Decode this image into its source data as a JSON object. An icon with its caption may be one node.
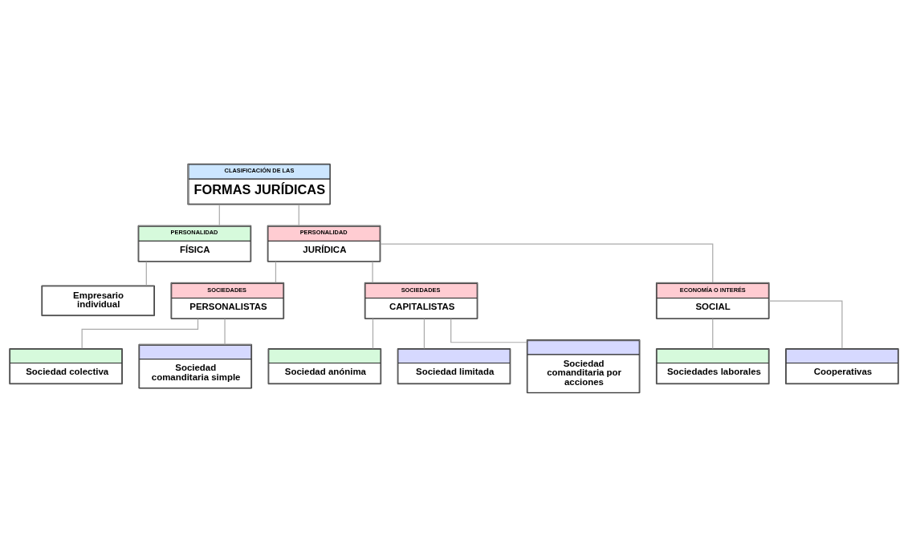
{
  "diagram": {
    "nodes": [
      {
        "text": [
          "CLASIFICACIÓN DE LAS",
          "FORMAS JURÍDICAS"
        ]
      },
      {
        "text": [
          "PERSONALIDAD",
          "FÍSICA"
        ]
      },
      {
        "text": [
          "Empresario individual"
        ]
      },
      {
        "text": [
          "PERSONALIDAD",
          "JURÍDICA"
        ]
      },
      {
        "text": [
          "SOCIEDADES",
          "PERSONALISTAS"
        ]
      },
      {
        "text": [
          "SOCIEDADES",
          "CAPITALISTAS"
        ]
      },
      {
        "text": [
          "ECONOMÍA O INTERÉS",
          "SOCIAL"
        ]
      },
      {
        "text": [
          "Sociedad colectiva"
        ]
      },
      {
        "text": [
          "Sociedad comanditaria simple"
        ]
      },
      {
        "text": [
          "Sociedad anónima"
        ]
      },
      {
        "text": [
          "Sociedad limitada"
        ]
      },
      {
        "text": [
          "Sociedad comanditaria por acciones"
        ]
      },
      {
        "text": [
          "Sociedades laborales"
        ]
      },
      {
        "text": [
          "Cooperativas"
        ]
      }
    ],
    "edges": [
      {
        "from": 0,
        "to": 1,
        "arrow": "none"
      },
      {
        "from": 0,
        "to": 3,
        "arrow": "none"
      },
      {
        "from": 1,
        "to": 2,
        "arrow": "none"
      },
      {
        "from": 3,
        "to": 4,
        "arrow": "none"
      },
      {
        "from": 3,
        "to": 5,
        "arrow": "none"
      },
      {
        "from": 3,
        "to": 6,
        "arrow": "none"
      },
      {
        "from": 4,
        "to": 7,
        "arrow": "none"
      },
      {
        "from": 4,
        "to": 8,
        "arrow": "none"
      },
      {
        "from": 5,
        "to": 9,
        "arrow": "none"
      },
      {
        "from": 5,
        "to": 10,
        "arrow": "none"
      },
      {
        "from": 5,
        "to": 11,
        "arrow": "none"
      },
      {
        "from": 6,
        "to": 12,
        "arrow": "none"
      },
      {
        "from": 6,
        "to": 13,
        "arrow": "none"
      }
    ]
  }
}
